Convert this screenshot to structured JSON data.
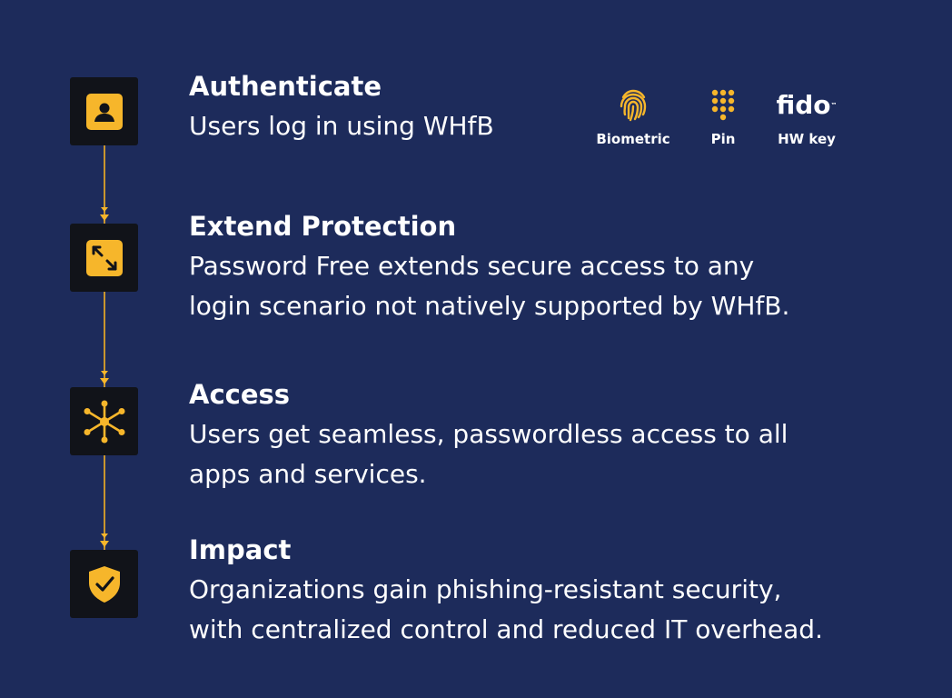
{
  "steps": [
    {
      "icon": "user-badge-icon",
      "title": "Authenticate",
      "description": [
        "Users log in using WHfB"
      ]
    },
    {
      "icon": "expand-arrows-icon",
      "title": "Extend Protection",
      "description": [
        "Password Free extends secure access to any",
        "login scenario not natively supported by WHfB."
      ]
    },
    {
      "icon": "hub-network-icon",
      "title": "Access",
      "description": [
        "Users get seamless, passwordless access to all",
        "apps and services."
      ]
    },
    {
      "icon": "shield-check-icon",
      "title": "Impact",
      "description": [
        "Organizations gain phishing-resistant security,",
        "with centralized control and reduced IT overhead."
      ]
    }
  ],
  "auth_methods": [
    {
      "icon": "fingerprint-icon",
      "label": "Biometric"
    },
    {
      "icon": "keypad-icon",
      "label": "Pin"
    },
    {
      "icon": "fido-logo-icon",
      "label": "HW key",
      "logo_text": "fido"
    }
  ],
  "colors": {
    "background": "#1d2b5b",
    "accent": "#f6b62b",
    "icon_tile": "#111319",
    "connector": "#c9962e",
    "text": "#ffffff"
  }
}
